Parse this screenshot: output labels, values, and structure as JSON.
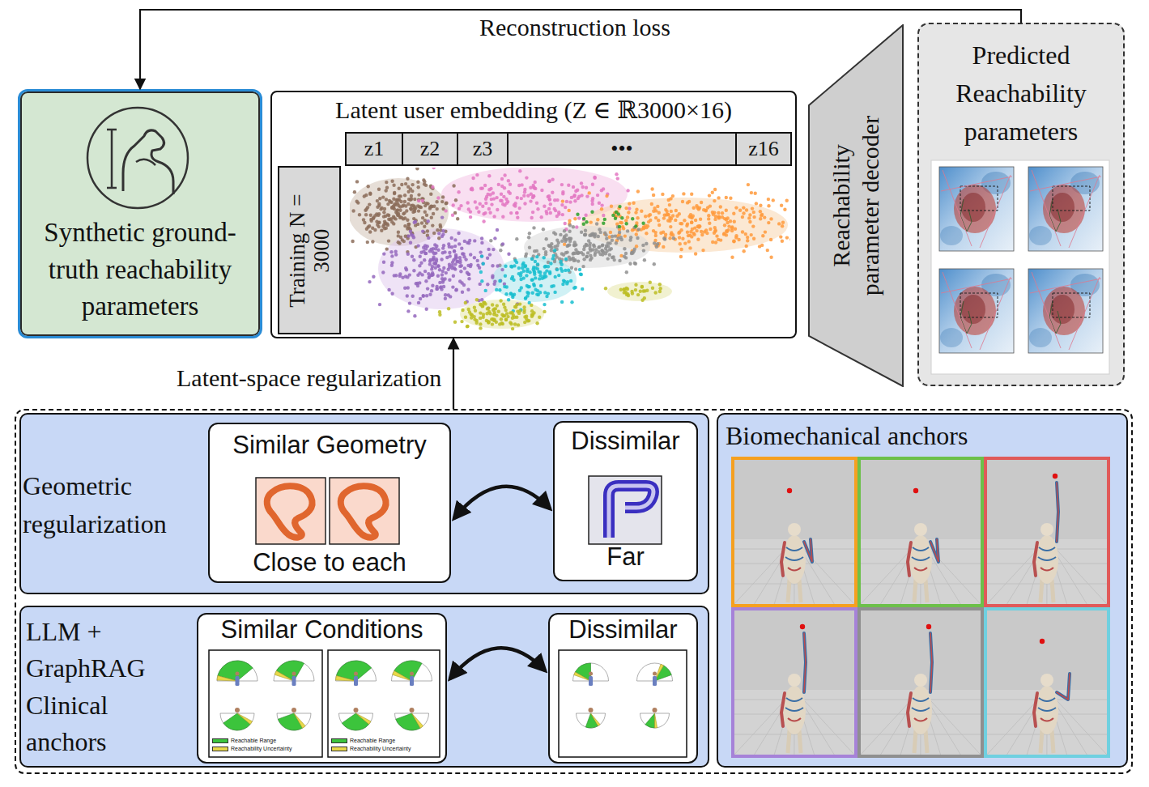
{
  "diagram": {
    "nodes": [
      {
        "text": [
          "Synthetic ground-truth reachability parameters"
        ]
      },
      {
        "text": [
          "Latent user embedding (Z ∈ ℝ3000×16)"
        ]
      },
      {
        "text": [
          "z1"
        ],
        "in": 1
      },
      {
        "text": [
          "z2"
        ],
        "in": 1
      },
      {
        "text": [
          "z3"
        ],
        "in": 1
      },
      {
        "text": [
          "•••"
        ],
        "in": 1
      },
      {
        "text": [
          "z16"
        ],
        "in": 1
      },
      {
        "text": [
          "Training N = 3000"
        ],
        "in": 1
      },
      {
        "text": [
          "Reachability parameter decoder"
        ]
      },
      {
        "text": [
          "Predicted Reachability parameters"
        ]
      },
      {
        "text": []
      },
      {
        "text": [
          "Geometric regularization"
        ],
        "in": 10
      },
      {
        "text": [
          "Similar Geometry",
          "Close to each"
        ],
        "in": 11
      },
      {
        "text": [
          "Dissimilar",
          "Far"
        ],
        "in": 11
      },
      {
        "text": [
          "LLM + GraphRAG Clinical anchors"
        ],
        "in": 10
      },
      {
        "text": [
          "Similar Conditions"
        ],
        "in": 14
      },
      {
        "text": [
          "Dissimilar"
        ],
        "in": 14
      },
      {
        "text": [
          "Biomechanical anchors"
        ],
        "in": 10
      }
    ],
    "edges": [
      {
        "from": 9,
        "to": 0,
        "arrow": "to",
        "label": "Reconstruction loss"
      },
      {
        "from": 10,
        "to": 1,
        "arrow": "to",
        "label": "Latent-space regularization"
      },
      {
        "from": 12,
        "to": 13,
        "arrow": "both"
      },
      {
        "from": 15,
        "to": 16,
        "arrow": "both"
      }
    ],
    "legend": [
      {
        "text": "Reachable Range",
        "color": "#3cc43c"
      },
      {
        "text": "Reachability Uncertainty",
        "color": "#e8d84a"
      },
      {
        "text": "Reachable Range",
        "color": "#3cc43c"
      },
      {
        "text": "Reachability Uncertainty",
        "color": "#e8d84a"
      }
    ]
  }
}
